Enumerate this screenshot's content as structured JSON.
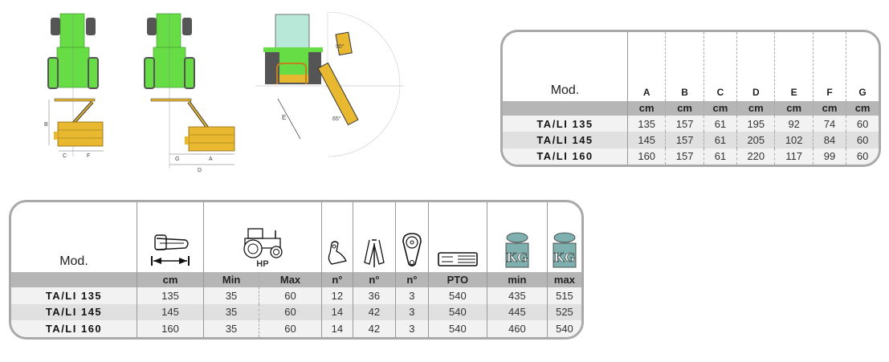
{
  "illustrations": {
    "dimension_labels": [
      "A",
      "B",
      "C",
      "D",
      "E",
      "F",
      "G"
    ],
    "angle_labels": [
      "90°",
      "65°"
    ]
  },
  "dimensions_table": {
    "model_header": "Mod.",
    "columns": [
      "A",
      "B",
      "C",
      "D",
      "E",
      "F",
      "G"
    ],
    "units": [
      "cm",
      "cm",
      "cm",
      "cm",
      "cm",
      "cm",
      "cm"
    ],
    "rows": [
      {
        "model": "TA/LI 135",
        "values": [
          "135",
          "157",
          "61",
          "195",
          "92",
          "74",
          "60"
        ]
      },
      {
        "model": "TA/LI 145",
        "values": [
          "145",
          "157",
          "61",
          "205",
          "102",
          "84",
          "60"
        ]
      },
      {
        "model": "TA/LI 160",
        "values": [
          "160",
          "157",
          "61",
          "220",
          "117",
          "99",
          "60"
        ]
      }
    ]
  },
  "specs_table": {
    "model_header": "Mod.",
    "icons": [
      "working-width-icon",
      "tractor-hp-icon",
      "hammer-blade-icon",
      "y-blade-icon",
      "belt-icon",
      "pto-shaft-icon",
      "weight-min-icon",
      "weight-max-icon"
    ],
    "hp_label": "HP",
    "kg_label": "KG",
    "units": [
      "cm",
      "Min",
      "Max",
      "n°",
      "n°",
      "n°",
      "PTO",
      "min",
      "max"
    ],
    "rows": [
      {
        "model": "TA/LI 135",
        "values": [
          "135",
          "35",
          "60",
          "12",
          "36",
          "3",
          "540",
          "435",
          "515"
        ]
      },
      {
        "model": "TA/LI 145",
        "values": [
          "145",
          "35",
          "60",
          "14",
          "42",
          "3",
          "540",
          "445",
          "525"
        ]
      },
      {
        "model": "TA/LI 160",
        "values": [
          "160",
          "35",
          "60",
          "14",
          "42",
          "3",
          "540",
          "460",
          "540"
        ]
      }
    ]
  },
  "colors": {
    "tractor": "#66dd44",
    "mower": "#e8b830",
    "tire": "#555555",
    "border": "#a9a9a9",
    "band": "#b6b6b6",
    "kg": "#7fb0b0"
  }
}
